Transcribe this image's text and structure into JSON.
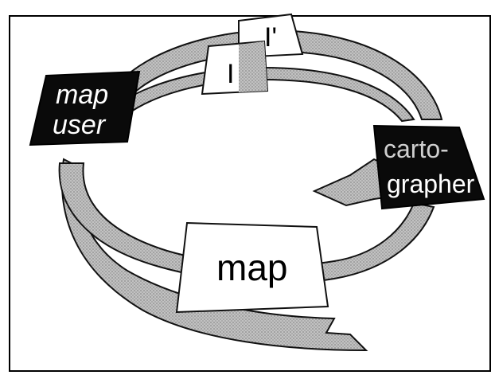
{
  "labels": {
    "i_prime": "I'",
    "i": "I",
    "map_user_line1": "map",
    "map_user_line2": "user",
    "cartographer_line1": "carto-",
    "cartographer_line2": "grapher",
    "map": "map"
  },
  "colors": {
    "frame": "#000000",
    "ribbon_fill": "#b9b9b9",
    "ribbon_edge": "#111111",
    "card_fill": "#ffffff",
    "black_card_fill": "#0a0a0a",
    "black_card_text": "#ffffff"
  }
}
